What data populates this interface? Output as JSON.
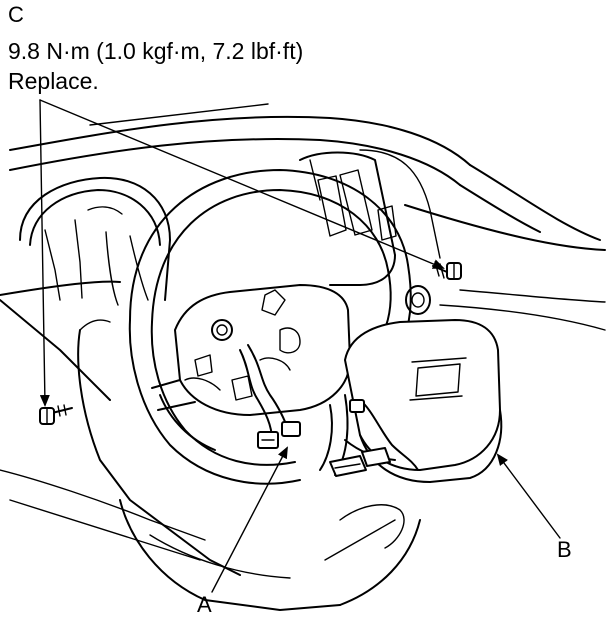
{
  "callouts": {
    "c": {
      "letter": "C",
      "torque": "9.8 N·m (1.0 kgf·m, 7.2 lbf·ft)",
      "note": "Replace."
    },
    "a": {
      "letter": "A"
    },
    "b": {
      "letter": "B"
    }
  },
  "colors": {
    "line": "#000000",
    "background": "#ffffff"
  }
}
